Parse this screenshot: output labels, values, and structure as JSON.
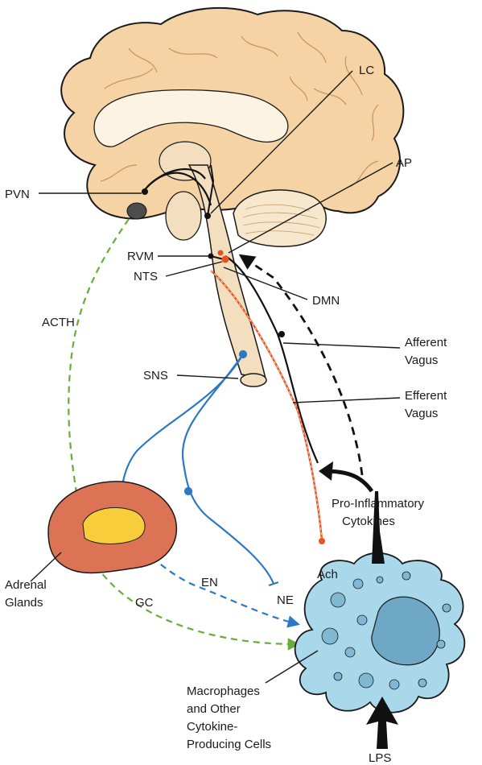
{
  "labels": {
    "lc": "LC",
    "ap": "AP",
    "pvn": "PVN",
    "rvm": "RVM",
    "nts": "NTS",
    "dmn": "DMN",
    "acth": "ACTH",
    "afferent_1": "Afferent",
    "afferent_2": "Vagus",
    "efferent_1": "Efferent",
    "efferent_2": "Vagus",
    "sns": "SNS",
    "pro_inflammatory_1": "Pro-Inflammatory",
    "pro_inflammatory_2": "Cytokines",
    "adrenal_1": "Adrenal",
    "adrenal_2": "Glands",
    "en": "EN",
    "ne": "NE",
    "ach": "Ach",
    "gc": "GC",
    "macrophages_1": "Macrophages",
    "macrophages_2": "and Other",
    "macrophages_3": "Cytokine-",
    "macrophages_4": "Producing Cells",
    "lps": "LPS"
  },
  "colors": {
    "brain": "#f6d3a4",
    "brain_outline": "#1a1a1a",
    "brain_inner": "#fdf3e2",
    "brainstem": "#f3dfbf",
    "cerebellum": "#f7e7cc",
    "hpa_dashed": "#6aac3a",
    "sympathetic": "#2b78c4",
    "cholinergic": "#e8521f",
    "adrenal_outer": "#dd7355",
    "adrenal_inner": "#f7cd3b",
    "macrophage": "#a9d8ea",
    "macrophage_nucleus": "#6fa7c7",
    "neuron": "#111111"
  }
}
